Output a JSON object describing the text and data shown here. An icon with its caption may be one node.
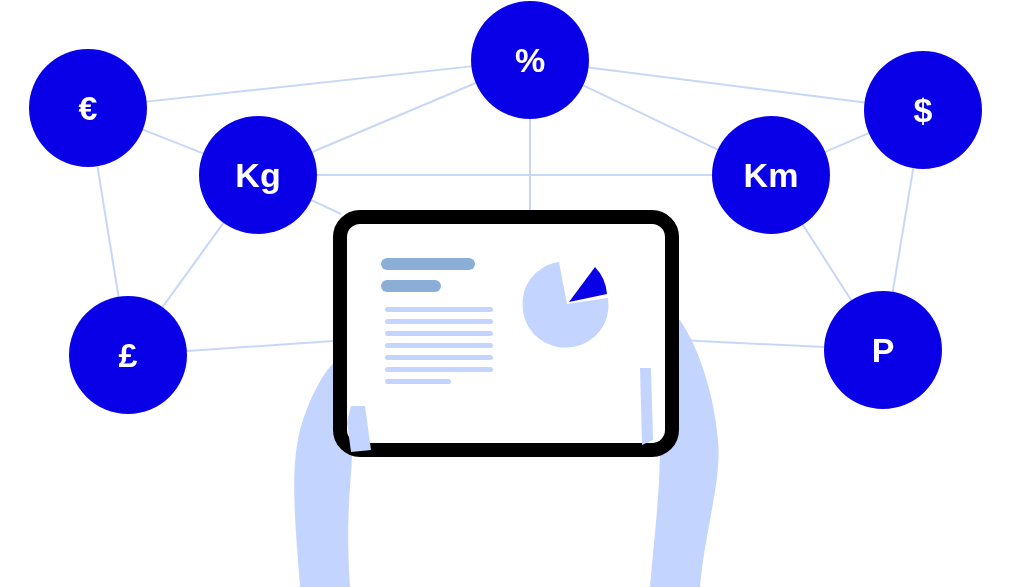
{
  "diagram": {
    "nodes": [
      {
        "text": [
          "%"
        ]
      },
      {
        "text": [
          "€"
        ]
      },
      {
        "text": [
          "$"
        ]
      },
      {
        "text": [
          "Kg"
        ]
      },
      {
        "text": [
          "Km"
        ]
      },
      {
        "text": [
          "£"
        ]
      },
      {
        "text": [
          "P"
        ]
      },
      {
        "text": [],
        "shape": "picture"
      }
    ],
    "edges": [
      {
        "from": 1,
        "to": 0,
        "arrow": "none"
      },
      {
        "from": 1,
        "to": 3,
        "arrow": "none"
      },
      {
        "from": 1,
        "to": 5,
        "arrow": "none"
      },
      {
        "from": 0,
        "to": 2,
        "arrow": "none"
      },
      {
        "from": 0,
        "to": 3,
        "arrow": "none"
      },
      {
        "from": 0,
        "to": 4,
        "arrow": "none"
      },
      {
        "from": 0,
        "to": 7,
        "arrow": "none"
      },
      {
        "from": 3,
        "to": 4,
        "arrow": "none"
      },
      {
        "from": 3,
        "to": 5,
        "arrow": "none"
      },
      {
        "from": 3,
        "to": 7,
        "arrow": "none"
      },
      {
        "from": 2,
        "to": 4,
        "arrow": "none"
      },
      {
        "from": 4,
        "to": 6,
        "arrow": "none"
      },
      {
        "from": 2,
        "to": 6,
        "arrow": "none"
      },
      {
        "from": 5,
        "to": 7,
        "arrow": "none"
      },
      {
        "from": 6,
        "to": 7,
        "arrow": "none"
      }
    ]
  }
}
